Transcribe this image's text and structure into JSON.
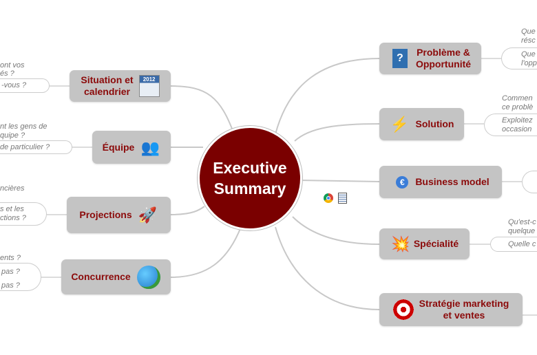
{
  "center": {
    "line1": "Executive",
    "line2": "Summary"
  },
  "left": [
    {
      "id": "situation",
      "label1": "Situation et",
      "label2": "calendrier",
      "icon": "calendar-2012-icon",
      "icon_text": "2012",
      "leaves": [
        "ont vos",
        "és ?",
        "-vous ?"
      ]
    },
    {
      "id": "equipe",
      "label1": "Équipe",
      "icon": "team-icon",
      "leaves": [
        "nt les gens de",
        "quipe ?",
        "de particulier ?"
      ]
    },
    {
      "id": "projections",
      "label1": "Projections",
      "icon": "rocket-icon",
      "leaves": [
        "ncières",
        "s et les",
        "ctions ?"
      ]
    },
    {
      "id": "concurrence",
      "label1": "Concurrence",
      "icon": "globe-icon",
      "leaves": [
        "ents ?",
        "pas ?",
        "pas ?"
      ]
    }
  ],
  "right": [
    {
      "id": "probleme",
      "label1": "Problème &",
      "label2": "Opportunité",
      "icon": "question-book-icon",
      "leaves": [
        "Que",
        "résc",
        "Que",
        "l'opp"
      ]
    },
    {
      "id": "solution",
      "label1": "Solution",
      "icon": "lightning-icon",
      "leaves": [
        "Commen",
        "ce problè",
        "Exploitez",
        "occasion"
      ]
    },
    {
      "id": "business",
      "label1": "Business model",
      "icon": "euro-money-icon",
      "leaves": []
    },
    {
      "id": "specialite",
      "label1": "Spécialité",
      "icon": "explosion-icon",
      "leaves": [
        "Qu'est-c",
        "quelque",
        "Quelle c"
      ]
    },
    {
      "id": "strategie",
      "label1": "Stratégie marketing",
      "label2": "et ventes",
      "icon": "target-icon",
      "leaves": []
    }
  ],
  "colors": {
    "center": "#7a0000",
    "node": "#c4c4c4",
    "label": "#8b0a0a"
  }
}
